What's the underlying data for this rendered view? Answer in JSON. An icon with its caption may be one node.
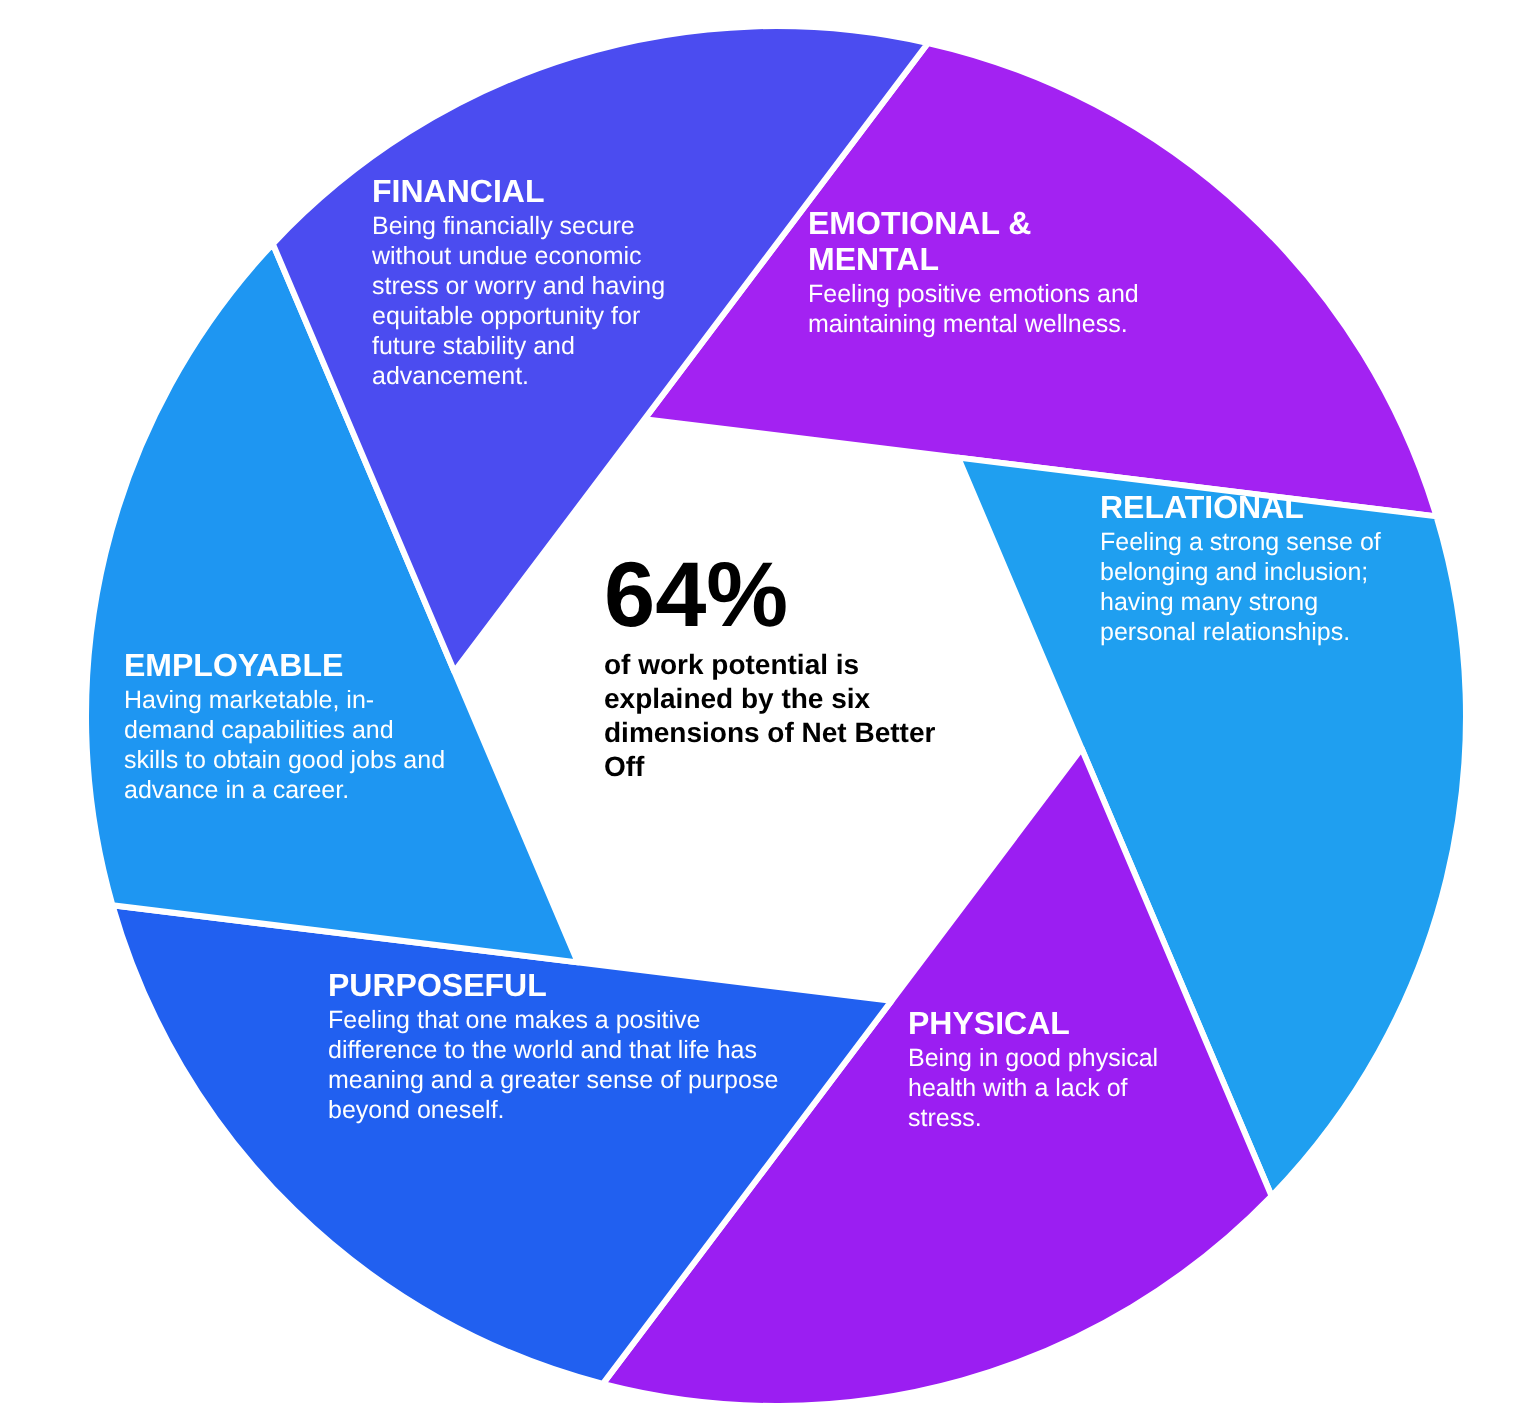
{
  "diagram": {
    "nodes": [
      {
        "text": [
          "FINANCIAL",
          "Being financially secure without undue economic stress or worry and having equitable opportunity for future stability and advancement."
        ]
      },
      {
        "text": [
          "EMOTIONAL & MENTAL",
          "Feeling positive emotions and maintaining mental wellness."
        ]
      },
      {
        "text": [
          "64%",
          "of work potential is explained by the six dimensions of Net Better Off"
        ]
      },
      {
        "text": [
          "RELATIONAL",
          "Feeling a strong sense of belonging and inclusion; having many strong personal relationships."
        ]
      },
      {
        "text": [
          "EMPLOYABLE",
          "Having marketable, in-demand capabilities and skills to obtain good jobs and advance in a career."
        ]
      },
      {
        "text": [
          "PURPOSEFUL",
          "Feeling that one makes a positive difference to the world and that life has meaning and a greater sense of purpose beyond oneself."
        ]
      },
      {
        "text": [
          "PHYSICAL",
          "Being in good physical health with a lack of stress."
        ]
      }
    ],
    "edges": []
  }
}
